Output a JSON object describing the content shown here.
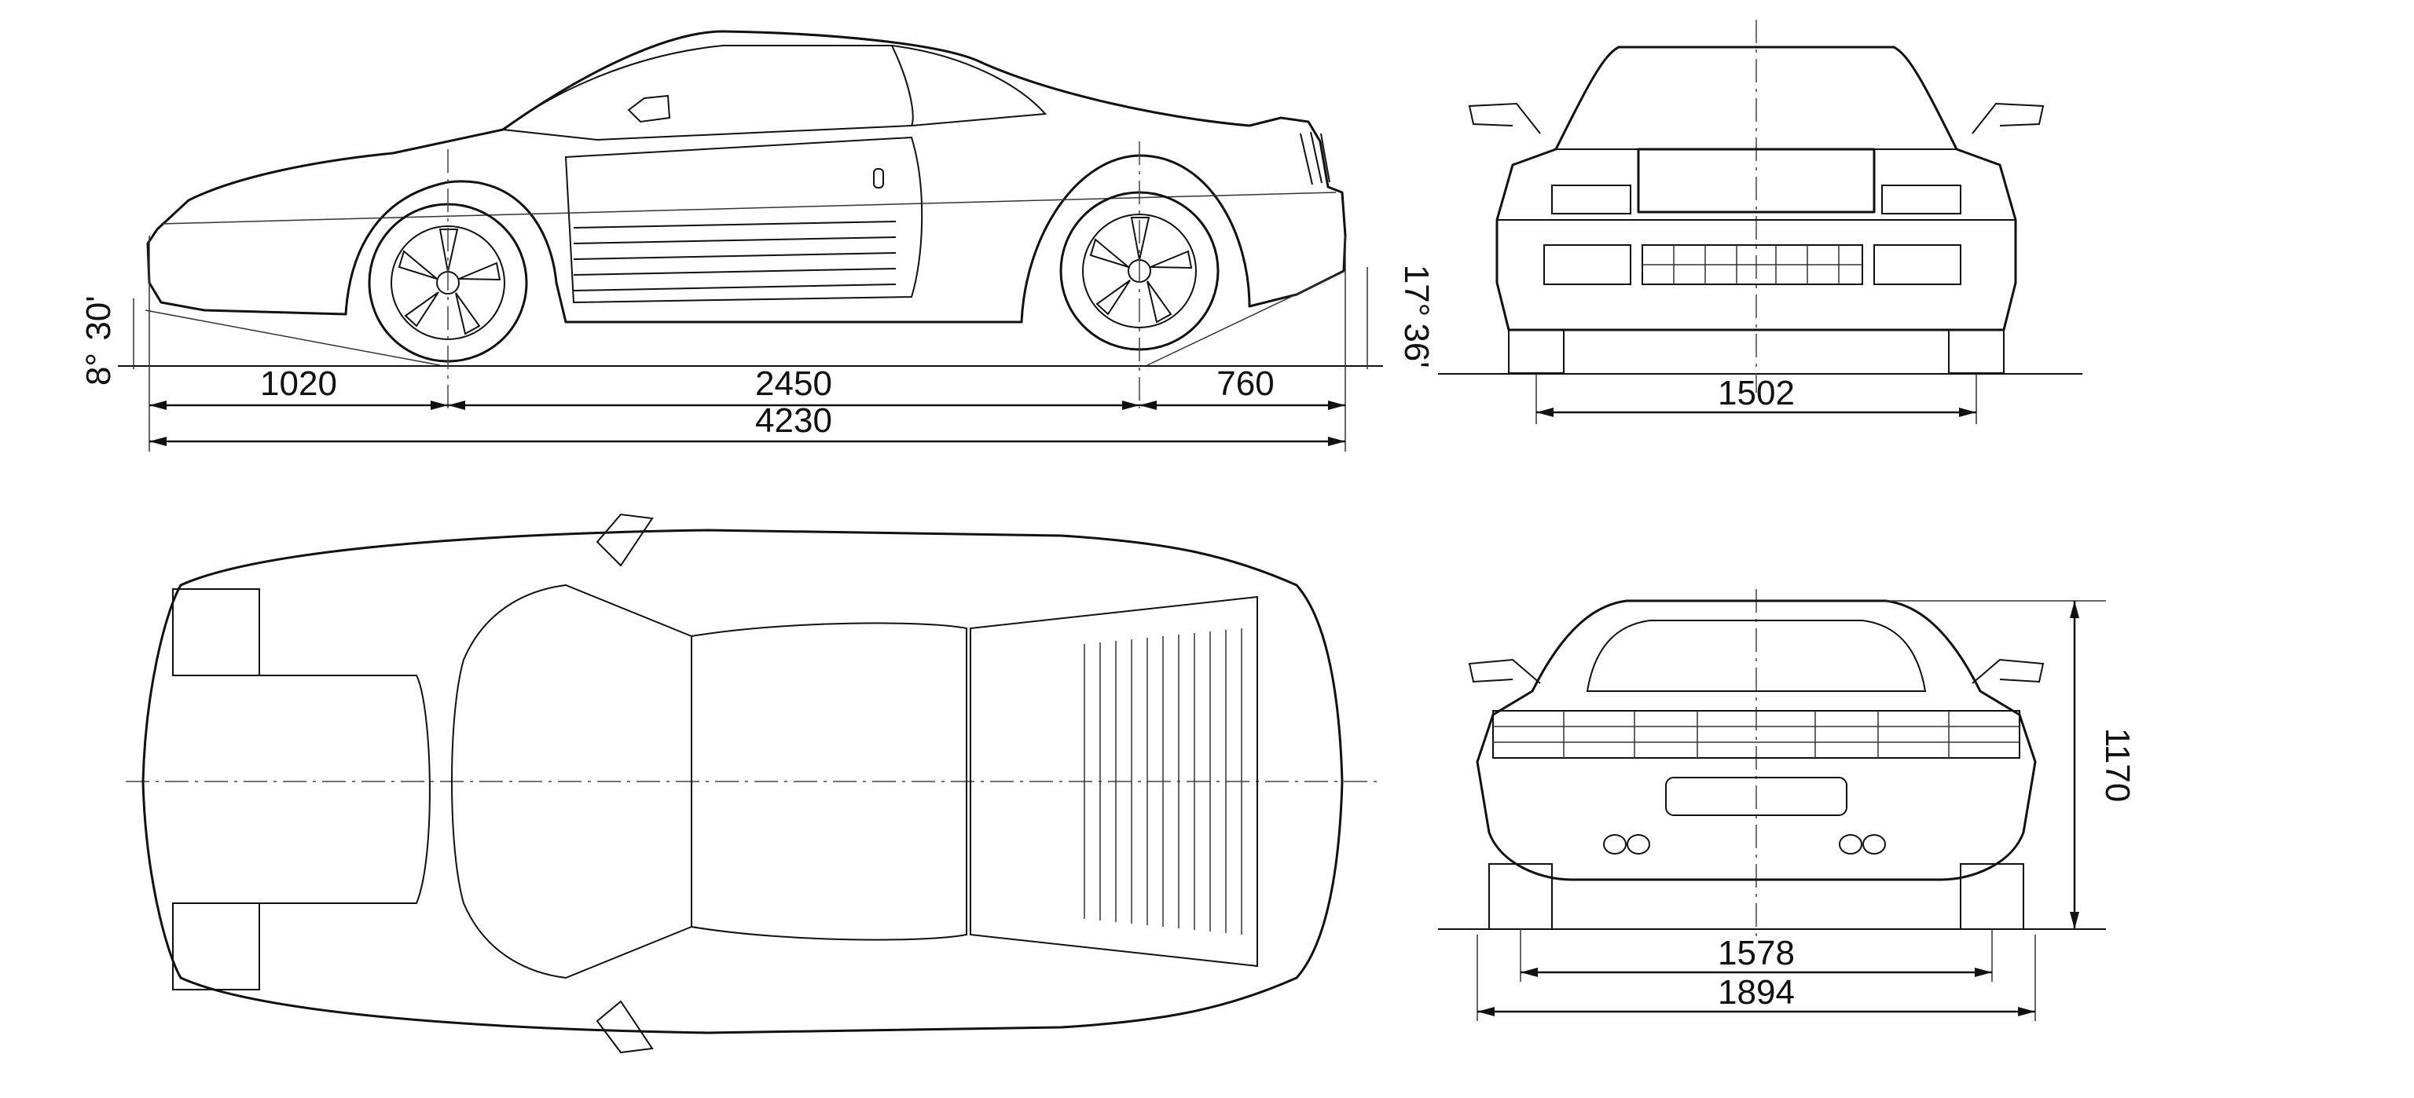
{
  "diagram": {
    "side_view": {
      "front_overhang": "1020",
      "wheelbase": "2450",
      "rear_overhang": "760",
      "overall_length": "4230",
      "front_angle_top": "30'",
      "front_angle_bottom": "8°",
      "rear_angle_top": "17°",
      "rear_angle_bottom": "36'"
    },
    "front_view": {
      "front_track": "1502"
    },
    "rear_view": {
      "rear_track": "1578",
      "overall_width": "1894",
      "height": "1170"
    }
  }
}
